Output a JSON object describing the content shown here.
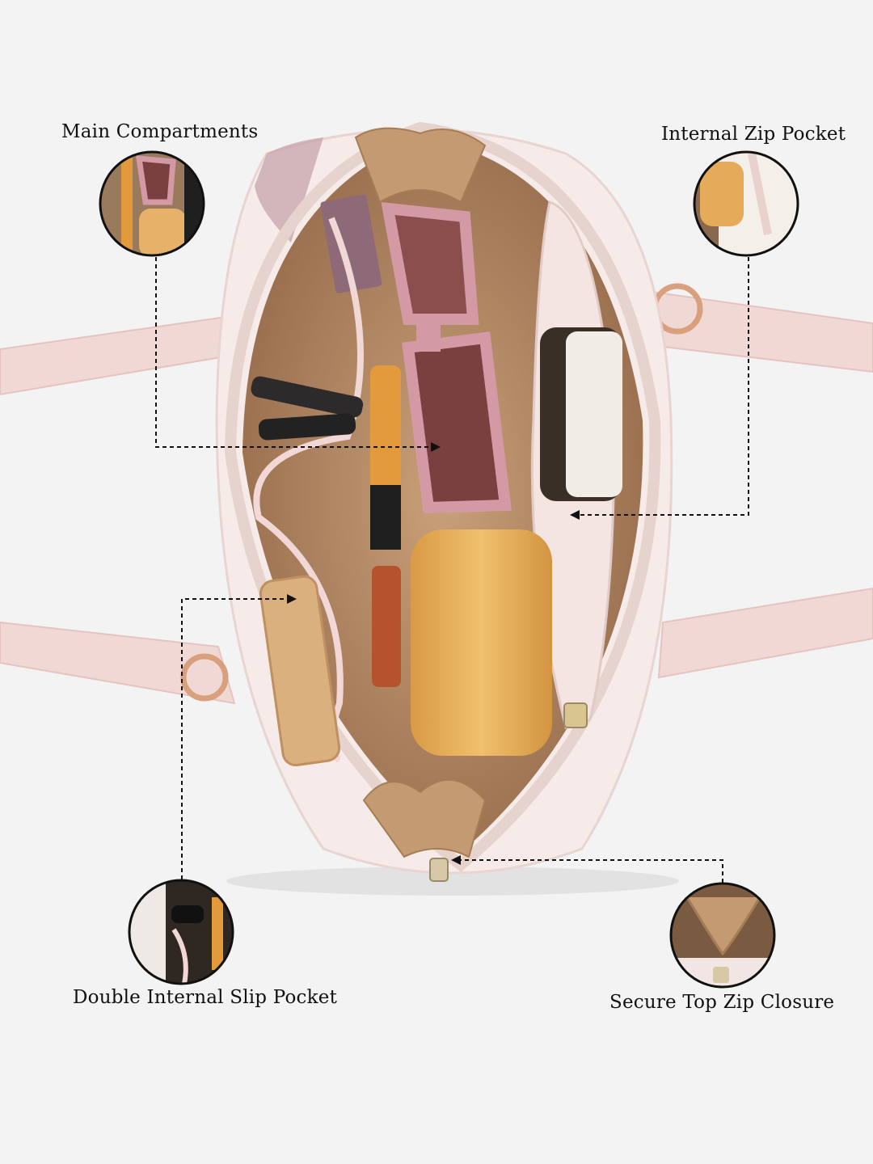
{
  "callouts": {
    "main_compartments": "Main Compartments",
    "internal_zip_pocket": "Internal Zip Pocket",
    "double_internal_slip_pocket": "Double Internal Slip Pocket",
    "secure_top_zip_closure": "Secure Top Zip Closure"
  },
  "colors": {
    "background": "#f3f3f3",
    "bag_exterior": "#f4e6e4",
    "strap": "#f0d6d3",
    "lining": "#b48a63",
    "sunglasses": "#c98f9c",
    "bottle": "#e8b460",
    "arrow": "#111111"
  }
}
